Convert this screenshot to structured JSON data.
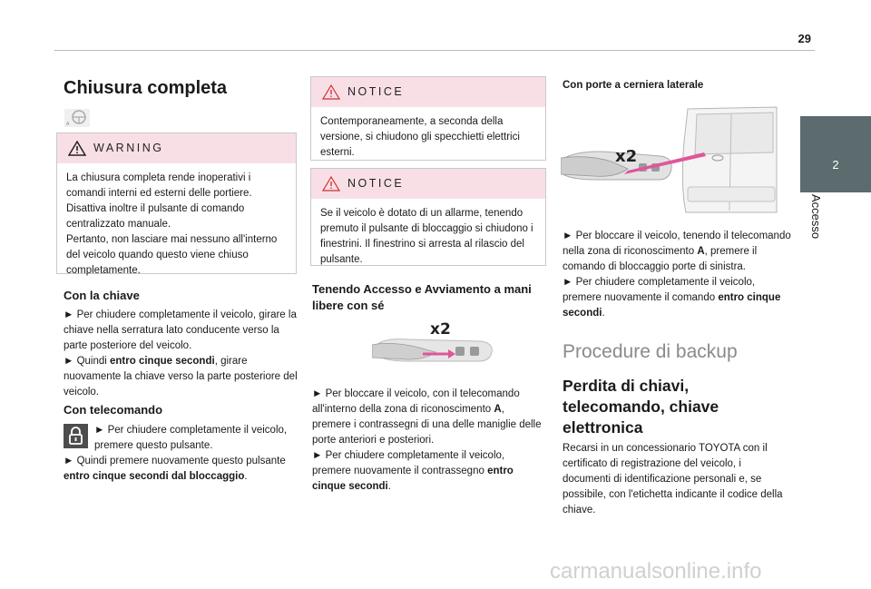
{
  "page_number": "29",
  "side_tab": {
    "number": "2",
    "title": "Accesso"
  },
  "col1": {
    "title": "Chiusura completa",
    "warning": {
      "label": "WARNING",
      "text": "La chiusura completa rende inoperativi i comandi interni ed esterni delle portiere.\nDisattiva inoltre il pulsante di comando centralizzato manuale.\nPertanto, non lasciare mai nessuno all'interno del veicolo quando questo viene chiuso completamente."
    },
    "with_key": {
      "heading": "Con la chiave",
      "b1": "► Per chiudere completamente il veicolo, girare la chiave nella serratura lato conducente verso la parte posteriore del veicolo.",
      "b2_pre": "► Quindi ",
      "b2_bold": "entro cinque secondi",
      "b2_post": ", girare nuovamente la chiave verso la parte posteriore del veicolo."
    },
    "with_remote": {
      "heading": "Con telecomando",
      "b1": "► Per chiudere completamente il veicolo, premere questo pulsante.",
      "b2_pre": "► Quindi premere nuovamente questo pulsante ",
      "b2_bold": "entro cinque secondi dal bloccaggio",
      "b2_post": "."
    }
  },
  "col2": {
    "notice1": {
      "label": "NOTICE",
      "text": "Contemporaneamente, a seconda della versione, si chiudono gli specchietti elettrici esterni."
    },
    "notice2": {
      "label": "NOTICE",
      "text": "Se il veicolo è dotato di un allarme, tenendo premuto il pulsante di bloccaggio si chiudono i finestrini. Il finestrino si arresta al rilascio del pulsante."
    },
    "heading": "Tenendo Accesso e Avviamento a mani libere con sé",
    "image_label": "x2",
    "b1_pre": "► Per bloccare il veicolo, con il telecomando all'interno della zona di riconoscimento ",
    "b1_bold": "A",
    "b1_post": ", premere i contrassegni di una delle maniglie delle porte anteriori e posteriori.",
    "b2_pre": "► Per chiudere completamente il veicolo, premere nuovamente il contrassegno ",
    "b2_bold": "entro cinque secondi",
    "b2_post": "."
  },
  "col3": {
    "heading": "Con porte a cerniera laterale",
    "image_label": "x2",
    "p1_pre": "► Per bloccare il veicolo, tenendo il telecomando nella zona di riconoscimento ",
    "p1_bold": "A",
    "p1_post": ", premere il comando di bloccaggio porte di sinistra.",
    "p2_pre": "► Per chiudere completamente il veicolo, premere nuovamente il comando ",
    "p2_bold": "entro cinque secondi",
    "p2_post": ".",
    "section_title": "Procedure di backup",
    "sub_title": "Perdita di chiavi, telecomando, chiave elettronica",
    "body": "Recarsi in un concessionario TOYOTA con il certificato di registrazione del veicolo, i documenti di identificazione personali e, se possibile, con l'etichetta indicante il codice della chiave."
  },
  "colors": {
    "accent_tab": "#5b6b6e",
    "warning_bg": "#f8dfe6",
    "pink": "#e0559a"
  },
  "footer": "carmanualsonline.info"
}
